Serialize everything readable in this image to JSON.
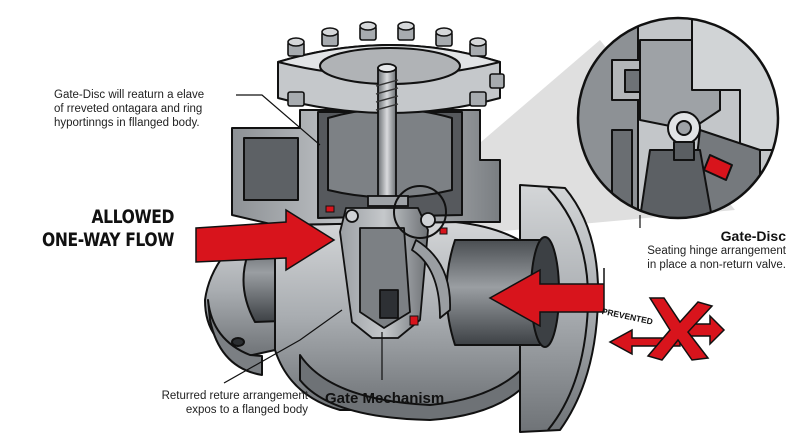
{
  "callouts": {
    "top_left_lines": [
      "Gate-Disc will reaturn a elave",
      "of rreveted ontagara and ring",
      "hyportinngs in fllanged body."
    ],
    "bottom_left_lines": [
      "Returred reture arrangement",
      "expos to a flanged body"
    ],
    "gate_mechanism": "Gate Mechanism",
    "gate_disc_title": "Gate-Disc",
    "gate_disc_lines": [
      "Seating hinge arrangement",
      "in place a non-return valve."
    ]
  },
  "flow_labels": {
    "allowed_line1": "ALLOWED",
    "allowed_line2": "ONE-WAY FLOW",
    "prevented": "PREVENTED"
  },
  "colors": {
    "flow_arrow": "#d8141c",
    "block_x": "#d8141c",
    "metal_light": "#b9bcbf",
    "metal_mid": "#8c9094",
    "metal_dark": "#55595d",
    "outline": "#111111",
    "zoom_cone": "#d6d6d6"
  }
}
